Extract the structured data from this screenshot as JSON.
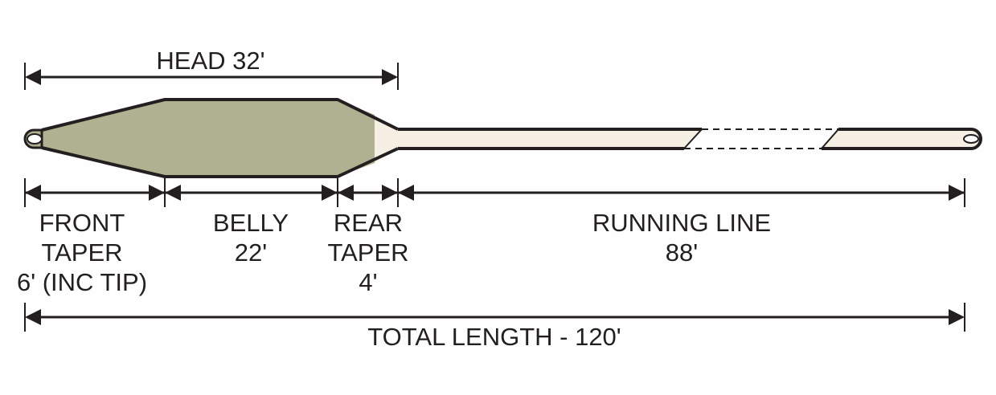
{
  "title": "Fly line taper diagram",
  "colors": {
    "head": "#afb190",
    "running_line": "#f6efe4",
    "ink": "#231f20"
  },
  "head": {
    "label": "HEAD 32'"
  },
  "sections": [
    {
      "lines": [
        "FRONT",
        "TAPER",
        "6' (INC TIP)"
      ]
    },
    {
      "lines": [
        "BELLY",
        "22'"
      ]
    },
    {
      "lines": [
        "REAR",
        "TAPER",
        "4'"
      ]
    },
    {
      "lines": [
        "RUNNING LINE",
        "88'"
      ]
    }
  ],
  "total": {
    "label": "TOTAL LENGTH - 120'"
  }
}
